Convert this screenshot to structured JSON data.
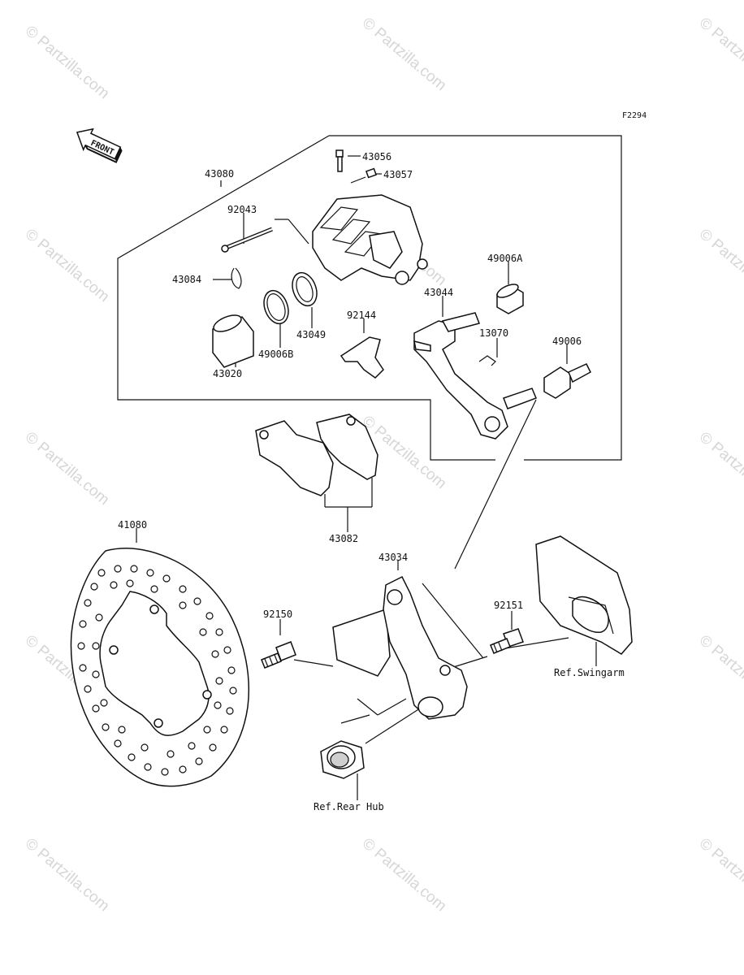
{
  "figure_code": "F2294",
  "front_label": "FRONT",
  "watermark": "© Partzilla.com",
  "parts": {
    "p43080": "43080",
    "p43056": "43056",
    "p43057": "43057",
    "p92043": "92043",
    "p43084": "43084",
    "p49006A": "49006A",
    "p43044": "43044",
    "p43049": "43049",
    "p92144": "92144",
    "p13070": "13070",
    "p49006B": "49006B",
    "p49006": "49006",
    "p43020": "43020",
    "p43082": "43082",
    "p41080": "41080",
    "p43034": "43034",
    "p92150": "92150",
    "p92151": "92151"
  },
  "refs": {
    "swingarm": "Ref.Swingarm",
    "rear_hub": "Ref.Rear Hub"
  }
}
